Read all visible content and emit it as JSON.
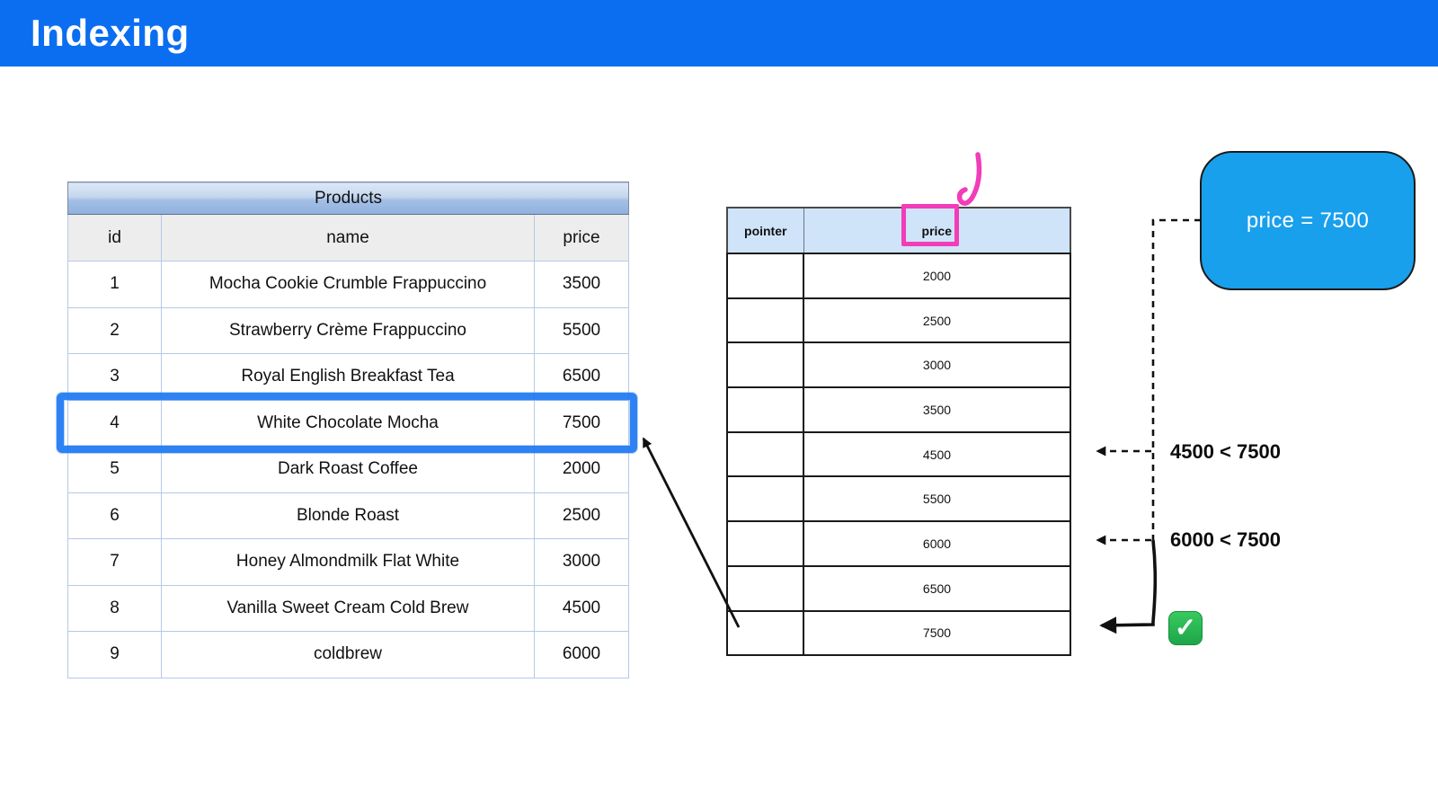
{
  "header": {
    "title": "Indexing"
  },
  "products_table": {
    "title": "Products",
    "columns": [
      "id",
      "name",
      "price"
    ],
    "rows": [
      [
        "1",
        "Mocha Cookie Crumble Frappuccino",
        "3500"
      ],
      [
        "2",
        "Strawberry Crème Frappuccino",
        "5500"
      ],
      [
        "3",
        "Royal English Breakfast Tea",
        "6500"
      ],
      [
        "4",
        "White Chocolate Mocha",
        "7500"
      ],
      [
        "5",
        "Dark Roast Coffee",
        "2000"
      ],
      [
        "6",
        "Blonde Roast",
        "2500"
      ],
      [
        "7",
        "Honey Almondmilk Flat White",
        "3000"
      ],
      [
        "8",
        "Vanilla Sweet Cream Cold Brew",
        "4500"
      ],
      [
        "9",
        "coldbrew",
        "6000"
      ]
    ],
    "highlighted_row_id": "4"
  },
  "index_table": {
    "columns": [
      "pointer",
      "price"
    ],
    "rows": [
      "2000",
      "2500",
      "3000",
      "3500",
      "4500",
      "5500",
      "6000",
      "6500",
      "7500"
    ],
    "highlighted_column": "price"
  },
  "query_box": {
    "label": "price = 7500"
  },
  "annotations": {
    "comparisons": [
      "4500 < 7500",
      "6000 < 7500"
    ],
    "match_icon": "check-mark-emoji",
    "match_char": "✓"
  },
  "colors": {
    "header_blue": "#0b6ef0",
    "query_blue": "#18a0ed",
    "highlight_blue": "#1e78f2",
    "pink": "#f23cb8",
    "index_header_bg": "#cfe4f9",
    "check_green": "#23b14d"
  }
}
